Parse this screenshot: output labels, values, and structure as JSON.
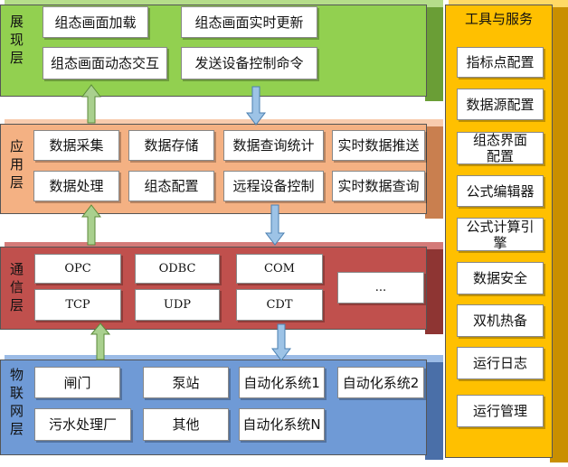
{
  "layers": {
    "presentation": {
      "label": "展现层",
      "boxes": [
        "组态画面加载",
        "组态画面实时更新",
        "组态画面动态交互",
        "发送设备控制命令"
      ]
    },
    "application": {
      "label": "应用层",
      "boxes": [
        "数据采集",
        "数据存储",
        "数据查询统计",
        "实时数据推送",
        "数据处理",
        "组态配置",
        "远程设备控制",
        "实时数据查询"
      ]
    },
    "communication": {
      "label": "通信层",
      "boxes": [
        "OPC",
        "ODBC",
        "COM",
        "TCP",
        "UDP",
        "CDT",
        "..."
      ]
    },
    "iot": {
      "label": "物联网层",
      "boxes": [
        "闸门",
        "泵站",
        "自动化系统1",
        "自动化系统2",
        "污水处理厂",
        "其他",
        "自动化系统N"
      ]
    }
  },
  "tools": {
    "title": "工具与服务",
    "items": [
      "指标点配置",
      "数据源配置",
      "组态界面配置",
      "公式编辑器",
      "公式计算引擎",
      "数据安全",
      "双机热备",
      "运行日志",
      "运行管理"
    ]
  },
  "colors": {
    "presentation": "#92d050",
    "application": "#f4b183",
    "communication": "#c0504d",
    "iot": "#6f9ad6",
    "tools": "#ffc000",
    "arrow_up": "#a9d08e",
    "arrow_down": "#9dc3e6"
  }
}
